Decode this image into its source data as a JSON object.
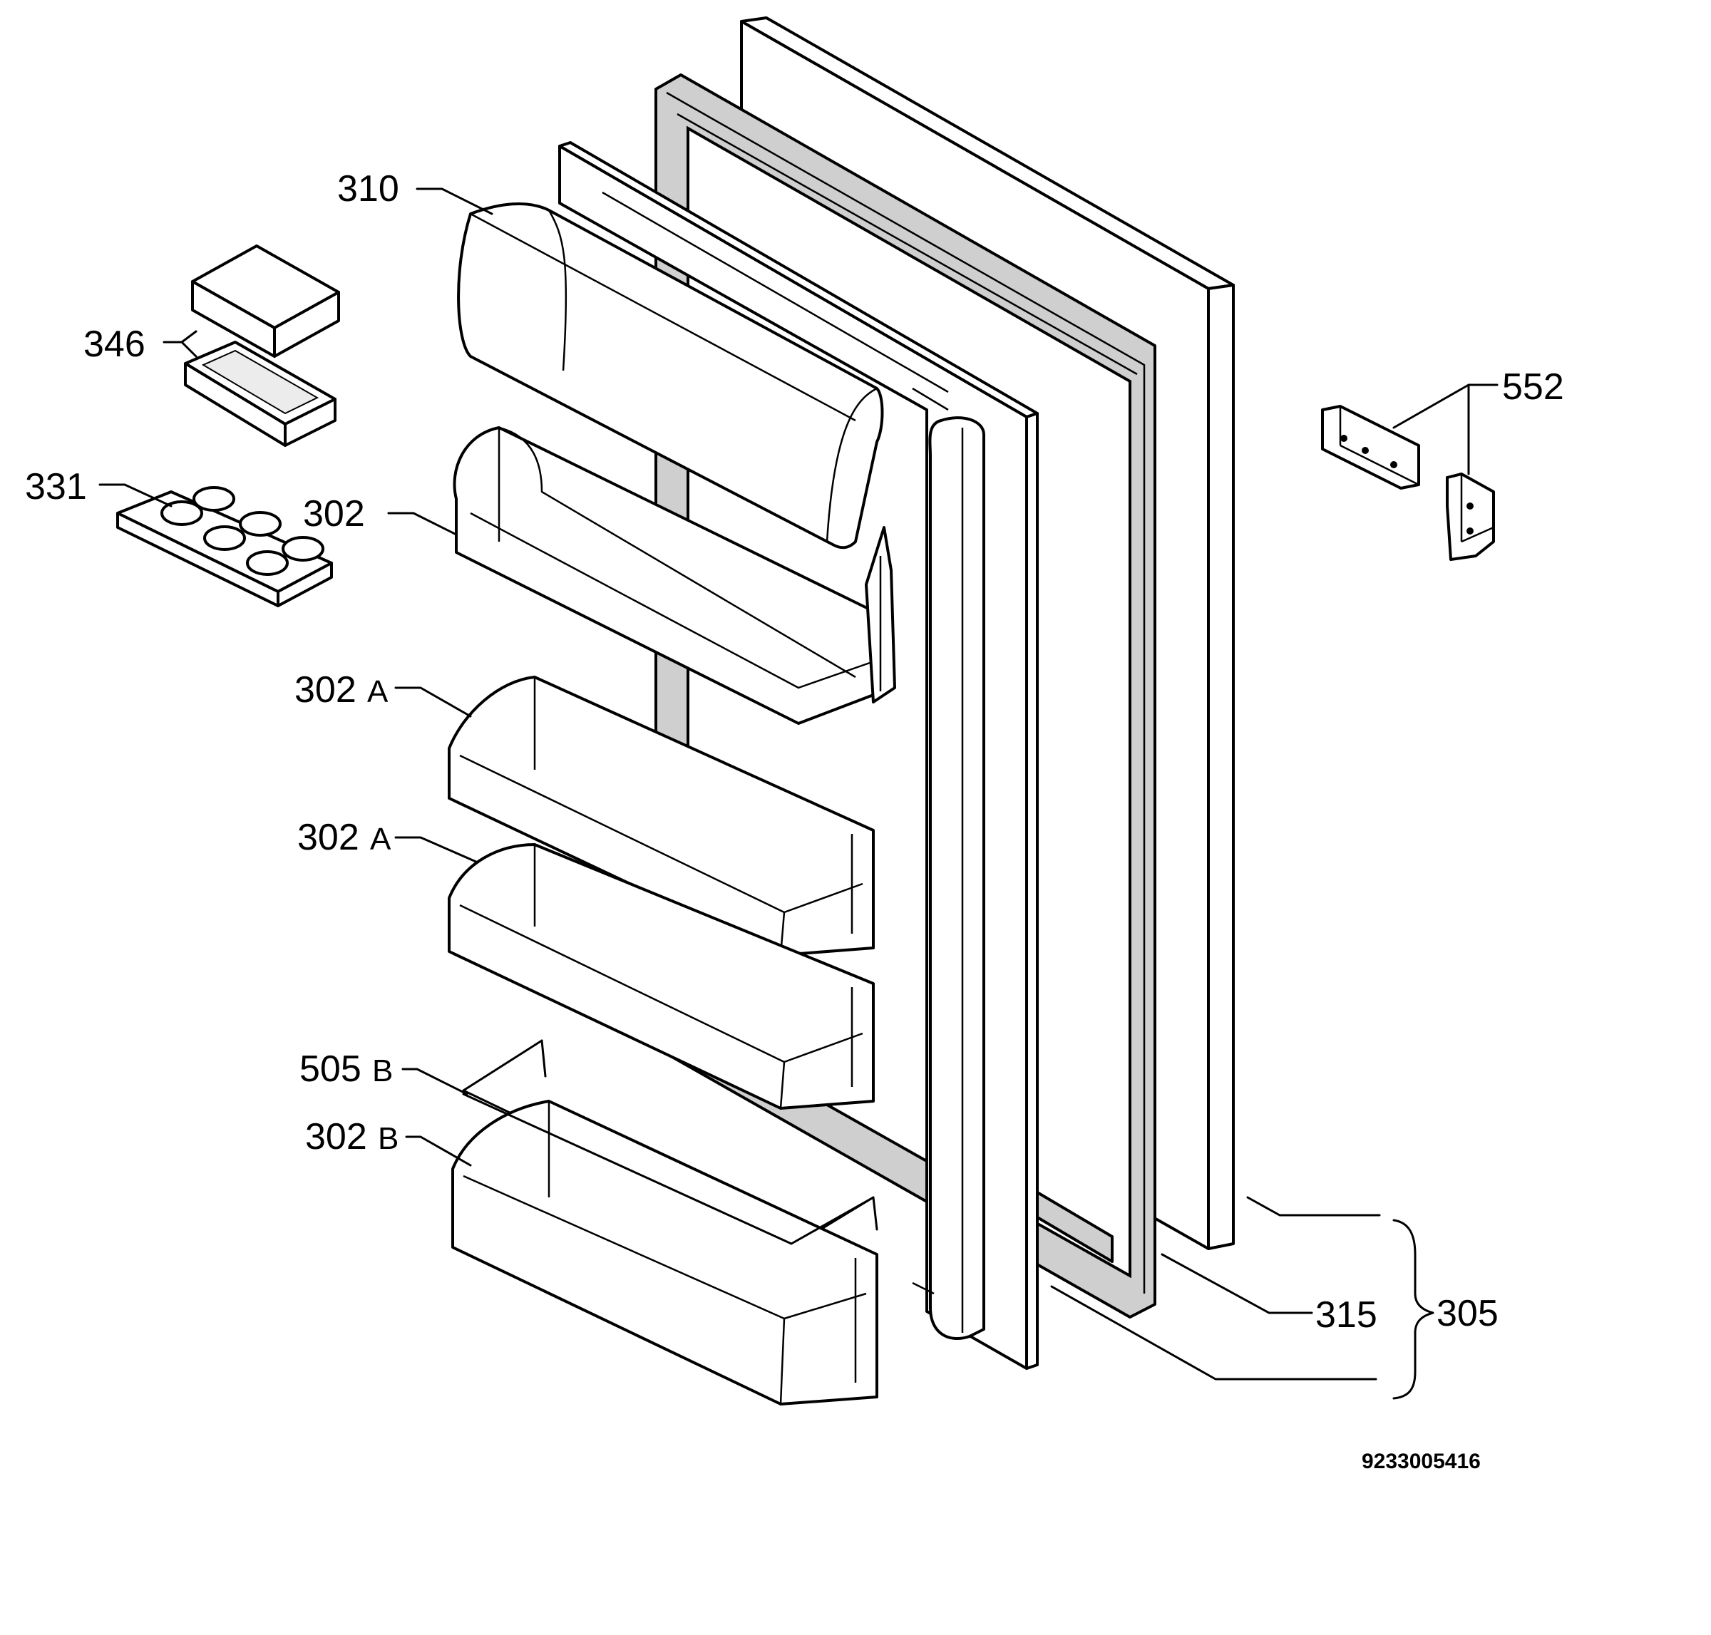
{
  "labels": {
    "p310": "310",
    "p346": "346",
    "p331": "331",
    "p302": "302",
    "p302a_1": "302",
    "p302a_1_suffix": "A",
    "p302a_2": "302",
    "p302a_2_suffix": "A",
    "p505b": "505",
    "p505b_suffix": "B",
    "p302b": "302",
    "p302b_suffix": "B",
    "p552": "552",
    "p315": "315",
    "p305": "305"
  },
  "document_code": "9233005416"
}
